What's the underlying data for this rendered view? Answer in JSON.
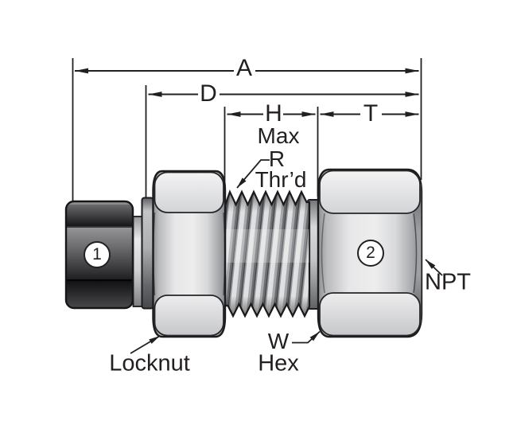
{
  "drawing": {
    "kind": "fitting-dimension-diagram",
    "background": "#ffffff",
    "line_color": "#231f20",
    "metal_light": "#ececee",
    "metal_dark": "#1a1a1c",
    "dimensions": {
      "a": {
        "label": "A"
      },
      "d": {
        "label": "D"
      },
      "h": {
        "label": "H",
        "qualifier": "Max"
      },
      "t": {
        "label": "T"
      }
    },
    "callouts": {
      "end1": "1",
      "end2": "2"
    },
    "annotations": {
      "thread": {
        "symbol": "R",
        "text": "Thr’d"
      },
      "npt": {
        "label": "NPT"
      },
      "locknut": {
        "label": "Locknut"
      },
      "wrench": {
        "symbol": "W",
        "text": "Hex"
      }
    }
  }
}
